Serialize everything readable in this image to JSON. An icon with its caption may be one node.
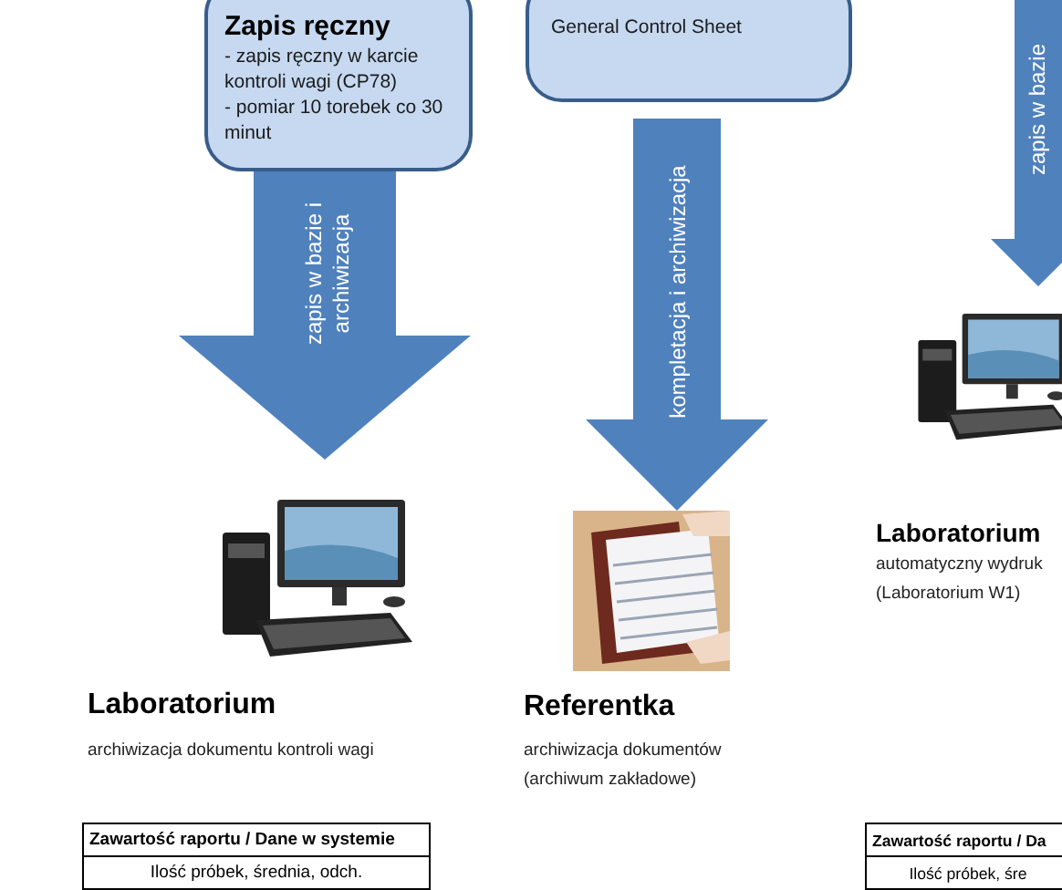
{
  "diagram": {
    "nodes": [
      {
        "text": [
          "Zapis ręczny",
          "- zapis ręczny w karcie kontroli wagi (CP78)",
          "- pomiar 10 torebek co 30 minut"
        ]
      },
      {
        "text": [
          "General Control Sheet"
        ]
      },
      {
        "text": [],
        "shape": "picture",
        "beside": [
          "Laboratorium",
          "archiwizacja dokumentu kontroli wagi"
        ]
      },
      {
        "text": [],
        "shape": "picture",
        "beside": [
          "Referentka",
          "archiwizacja dokumentów (archiwum zakładowe)"
        ]
      },
      {
        "text": [],
        "shape": "picture",
        "beside": [
          "Laboratorium",
          "automatyczny wydruk (Laboratorium W1)"
        ]
      }
    ],
    "edges": [
      {
        "from": 0,
        "to": 2,
        "arrow": "to",
        "label": "zapis w bazie i archiwizacja"
      },
      {
        "from": 1,
        "to": 3,
        "arrow": "to",
        "label": "kompletacja i archiwizacja"
      },
      {
        "from": null,
        "to": 4,
        "arrow": "to",
        "label": "zapis w bazie"
      }
    ],
    "labels": [
      "Zawartość raportu / Dane w systemie",
      "Ilość próbek, średnia, odch.",
      "Zawartość raportu / Da",
      "Ilość próbek, śre"
    ]
  }
}
